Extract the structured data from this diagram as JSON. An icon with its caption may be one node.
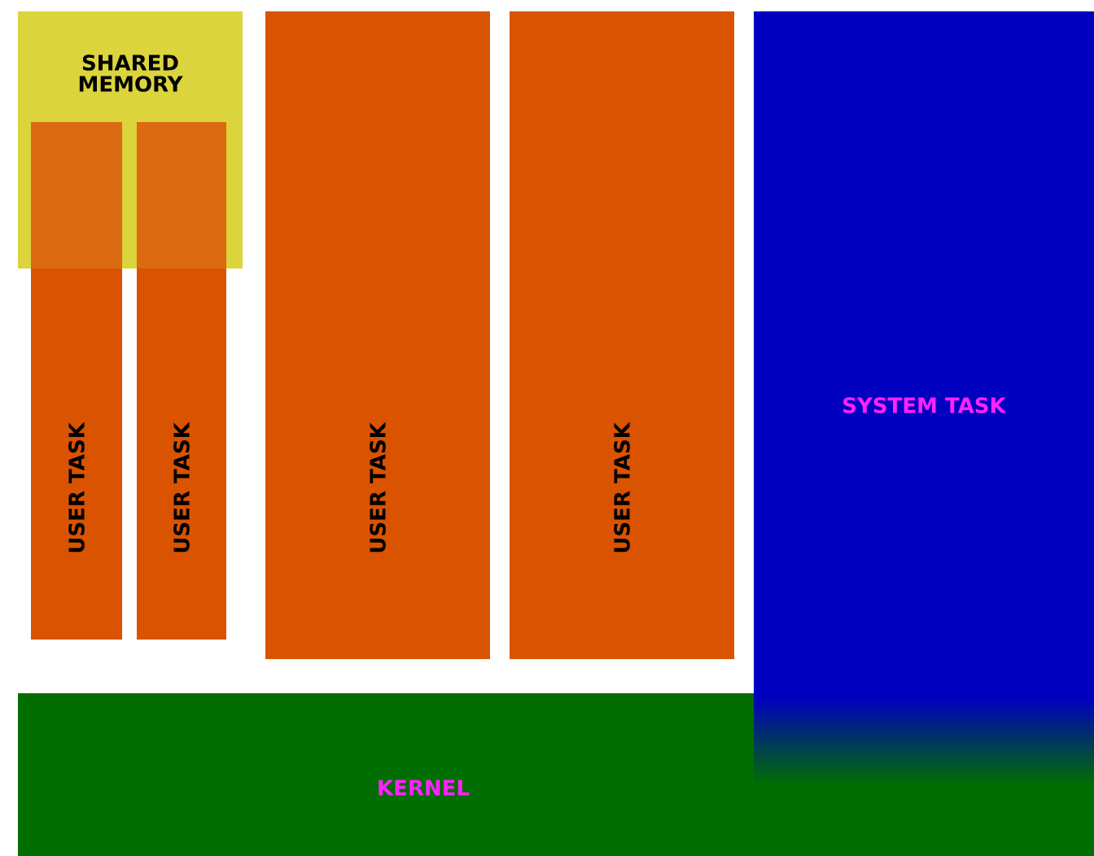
{
  "diagram": {
    "nodes": [
      {
        "text": [
          "SHARED MEMORY"
        ]
      },
      {
        "text": [
          "USER TASK"
        ]
      },
      {
        "text": [
          "USER TASK"
        ]
      },
      {
        "text": [
          "USER TASK"
        ]
      },
      {
        "text": [
          "USER TASK"
        ]
      },
      {
        "text": [
          "SYSTEM TASK"
        ]
      },
      {
        "text": [
          "KERNEL"
        ]
      }
    ]
  }
}
